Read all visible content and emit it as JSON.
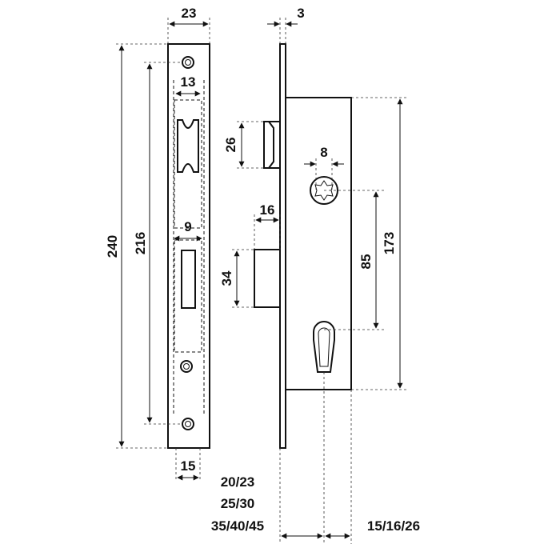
{
  "dimensions": {
    "faceplate_width": "23",
    "faceplate_thickness": "3",
    "roller_width": "13",
    "roller_height": "26",
    "pin_diameter": "8",
    "bolt_slot_width": "9",
    "bolt_projection": "16",
    "overall_height": "240",
    "screw_spacing": "216",
    "case_height": "173",
    "centre_distance": "85",
    "bolt_height": "34",
    "bottom_width": "15",
    "backset_values": [
      "20/23",
      "25/30",
      "35/40/45"
    ],
    "cylinder_offset": "15/16/26"
  },
  "colors": {
    "line": "#111111",
    "background": "#ffffff"
  }
}
